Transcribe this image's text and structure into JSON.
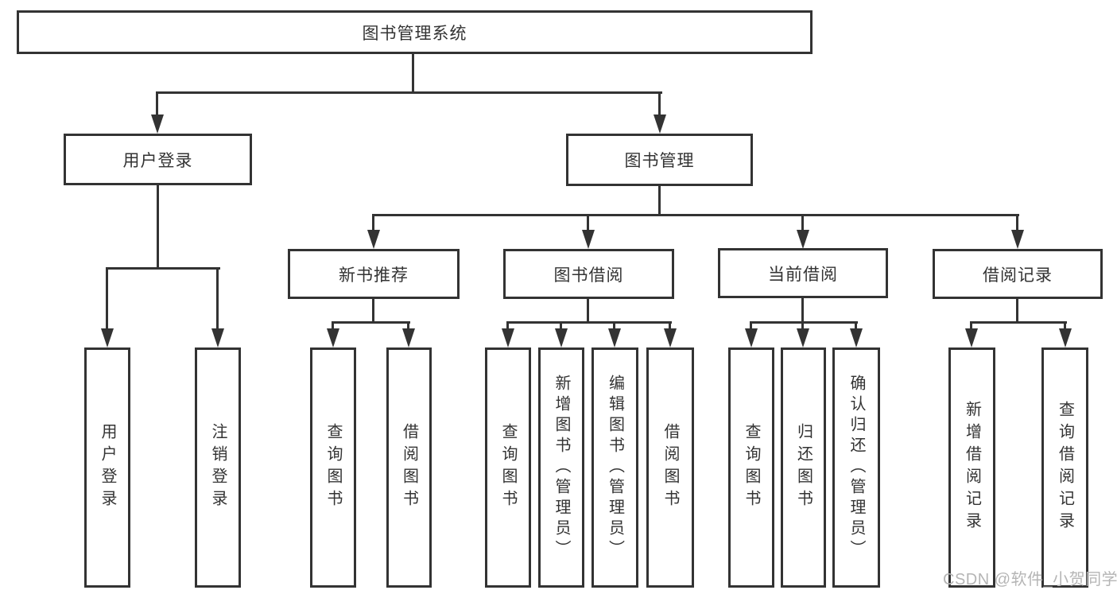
{
  "diagram": {
    "root": {
      "label": "图书管理系统"
    },
    "level2": [
      {
        "label": "用户登录"
      },
      {
        "label": "图书管理"
      }
    ],
    "level3": [
      {
        "label": "新书推荐"
      },
      {
        "label": "图书借阅"
      },
      {
        "label": "当前借阅"
      },
      {
        "label": "借阅记录"
      }
    ],
    "leaves": {
      "user_login": [
        "用户登录",
        "注销登录"
      ],
      "new_book": [
        "查询图书",
        "借阅图书"
      ],
      "book_borrow": [
        "查询图书",
        "新增图书（管理员）",
        "编辑图书（管理员）",
        "借阅图书"
      ],
      "current_borrow": [
        "查询图书",
        "归还图书",
        "确认归还（管理员）"
      ],
      "records": [
        "新增借阅记录",
        "查询借阅记录"
      ]
    }
  },
  "watermark": {
    "text": "CSDN @软件_小贺同学"
  },
  "colors": {
    "line": "#333333",
    "text": "#333333",
    "background": "#ffffff",
    "watermark": "#b5b5b5"
  }
}
